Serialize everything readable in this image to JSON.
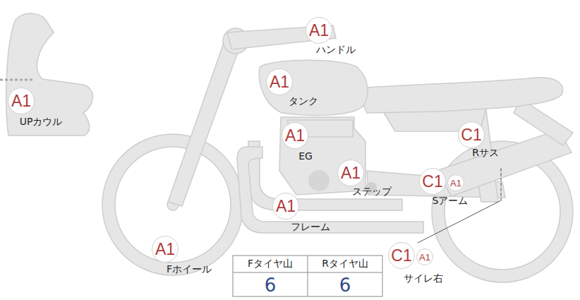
{
  "diagram": {
    "nodes": [
      {
        "text": [
          "A1"
        ]
      },
      {
        "text": [
          "A1"
        ]
      },
      {
        "text": [
          "A1"
        ]
      },
      {
        "text": [
          "A1"
        ]
      },
      {
        "text": [
          "C1"
        ]
      },
      {
        "text": [
          "A1"
        ]
      },
      {
        "text": [
          "C1"
        ]
      },
      {
        "text": [
          "A1"
        ]
      },
      {
        "text": [
          "A1"
        ]
      },
      {
        "text": [
          "A1"
        ]
      },
      {
        "text": [
          "C1"
        ]
      },
      {
        "text": [
          "A1"
        ]
      }
    ],
    "labels": [
      "ハンドル",
      "UPカウル",
      "タンク",
      "EG",
      "Rサス",
      "ステップ",
      "Sアーム",
      "フレーム",
      "Fホイール",
      "サイレ右",
      "Fタイヤ山",
      "Rタイヤ山",
      "6",
      "6"
    ]
  }
}
